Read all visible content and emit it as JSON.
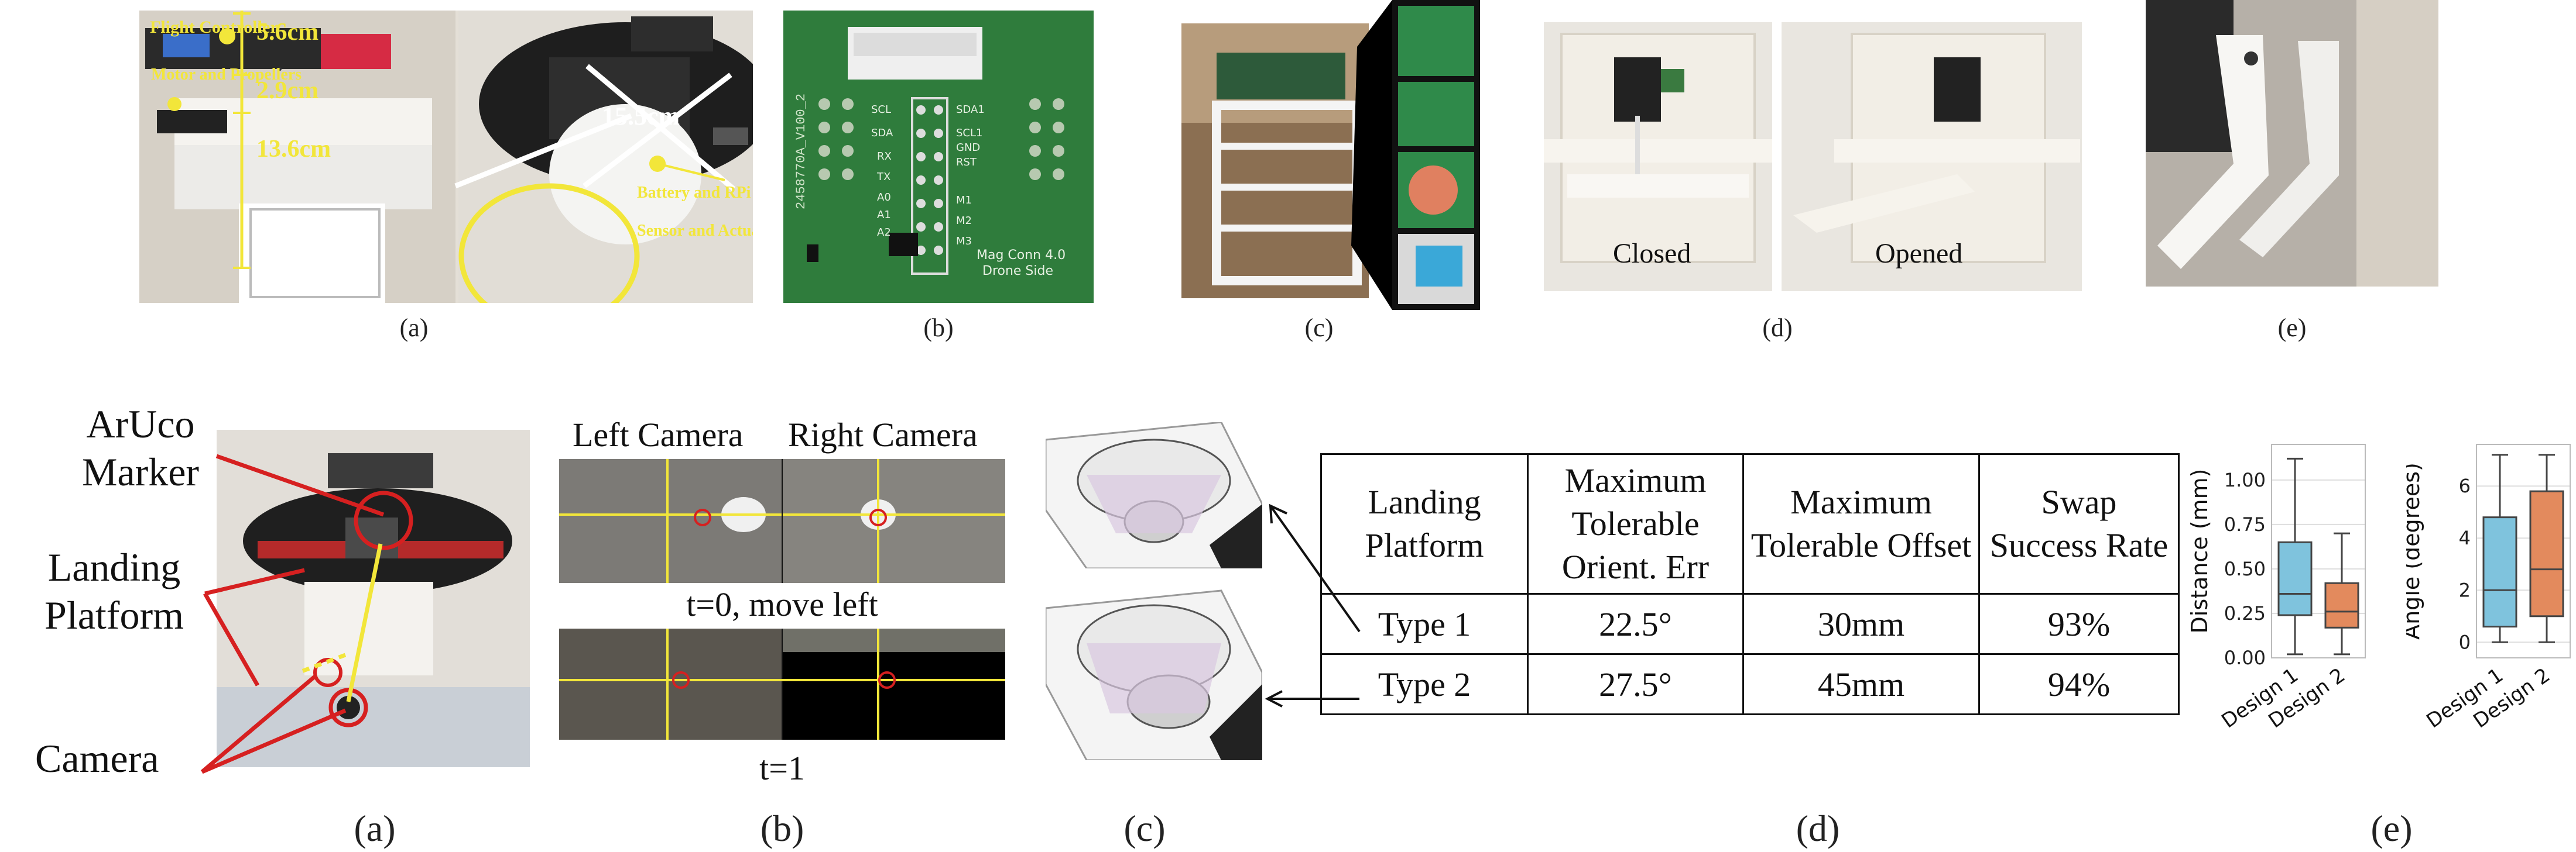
{
  "top_row": {
    "a": {
      "caption": "(a)",
      "labels": {
        "flight_controller": "Flight Controller",
        "dim_56": "5.6cm",
        "motor_propellers": "Motor and Propellers",
        "dim_29": "2.9cm",
        "dim_136": "13.6cm",
        "dim_155": "15.5cm",
        "battery_rpi": "Battery and RPi",
        "sensor_actuator": "Sensor and Actuator Attachment"
      }
    },
    "b": {
      "caption": "(b)",
      "pcb_text": {
        "board_id": "2458770A_V100_2",
        "title": "Mag Conn 4.0",
        "subtitle": "Drone Side",
        "pins_left": [
          "SCL",
          "SDA",
          "RX",
          "TX",
          "A0",
          "A1",
          "A2"
        ],
        "pins_right": [
          "SDA1",
          "SCL1",
          "GND",
          "RST",
          "M1",
          "M2",
          "M3"
        ]
      }
    },
    "c": {
      "caption": "(c)"
    },
    "d": {
      "caption": "(d)",
      "closed_label": "Closed",
      "opened_label": "Opened"
    },
    "e": {
      "caption": "(e)"
    }
  },
  "bottom_row": {
    "a": {
      "caption": "(a)",
      "labels": {
        "aruco_marker": "ArUco Marker",
        "landing_platform": "Landing Platform",
        "camera": "Camera"
      }
    },
    "b": {
      "caption": "(b)",
      "left_camera": "Left Camera",
      "right_camera": "Right Camera",
      "t0": "t=0, move left",
      "t1": "t=1"
    },
    "c": {
      "caption": "(c)"
    },
    "d": {
      "caption": "(d)",
      "table": {
        "headers": [
          "Landing Platform",
          "Maximum Tolerable Orient. Err",
          "Maximum Tolerable Offset",
          "Swap Success Rate"
        ],
        "rows": [
          [
            "Type 1",
            "22.5°",
            "30mm",
            "93%"
          ],
          [
            "Type 2",
            "27.5°",
            "45mm",
            "94%"
          ]
        ]
      }
    },
    "e": {
      "caption": "(e)"
    }
  },
  "chart_data": [
    {
      "type": "box",
      "ylabel": "Distance (mm)",
      "categories": [
        "Design 1",
        "Design 2"
      ],
      "ylim": [
        0,
        1.2
      ],
      "yticks": [
        "0.00",
        "0.25",
        "0.50",
        "0.75",
        "1.00"
      ],
      "grid": true,
      "colors": [
        "#7fc3dd",
        "#e38a5d"
      ],
      "boxes": [
        {
          "min": 0.02,
          "q1": 0.24,
          "median": 0.36,
          "q3": 0.65,
          "max": 1.12
        },
        {
          "min": 0.02,
          "q1": 0.17,
          "median": 0.26,
          "q3": 0.42,
          "max": 0.7
        }
      ]
    },
    {
      "type": "box",
      "ylabel": "Angle (degrees)",
      "categories": [
        "Design 1",
        "Design 2"
      ],
      "ylim": [
        -0.6,
        7.6
      ],
      "yticks": [
        "0",
        "2",
        "4",
        "6"
      ],
      "grid": true,
      "colors": [
        "#7fc3dd",
        "#e38a5d"
      ],
      "boxes": [
        {
          "min": 0.0,
          "q1": 0.6,
          "median": 2.0,
          "q3": 4.8,
          "max": 7.2
        },
        {
          "min": 0.0,
          "q1": 1.0,
          "median": 2.8,
          "q3": 5.8,
          "max": 7.2
        }
      ]
    }
  ]
}
